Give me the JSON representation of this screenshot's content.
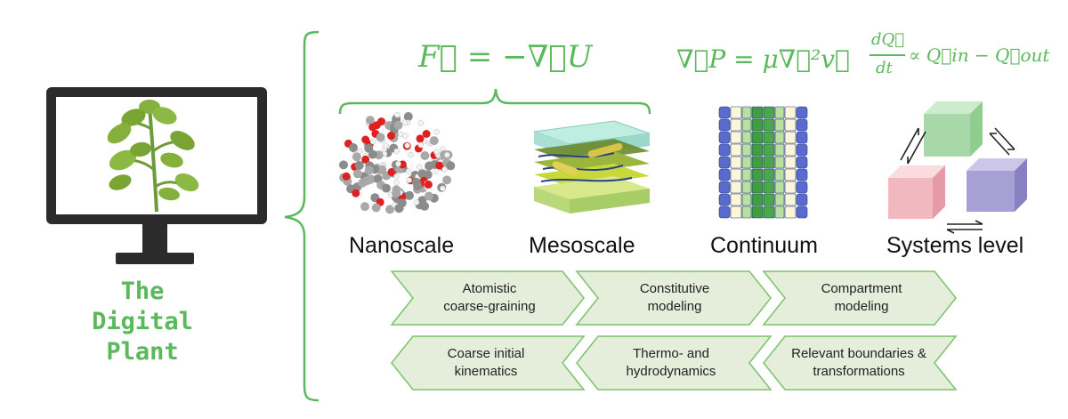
{
  "title": [
    "The",
    "Digital",
    "Plant"
  ],
  "equations": {
    "nanoscale": "F⃗ = −∇⃗U",
    "continuum": "∇⃗P = μ∇⃗²v⃗",
    "systems_lhs_num": "dQ⃗",
    "systems_lhs_den": "dt",
    "systems_rhs": "∝ Q⃗in − Q⃗out"
  },
  "scales": [
    "Nanoscale",
    "Mesoscale",
    "Continuum",
    "Systems level"
  ],
  "forward_steps": [
    [
      "Atomistic",
      "coarse-graining"
    ],
    [
      "Constitutive",
      "modeling"
    ],
    [
      "Compartment",
      "modeling"
    ]
  ],
  "backward_steps": [
    [
      "Coarse initial",
      "kinematics"
    ],
    [
      "Thermo- and",
      "hydrodynamics"
    ],
    [
      "Relevant boundaries &",
      "transformations"
    ]
  ],
  "colors": {
    "accent_green": "#5cb85c",
    "chevron_fill": "#e4eedb",
    "chevron_stroke": "#7cc26a",
    "cube_green": "#a8d8a8",
    "cube_pink": "#f2b8c0",
    "cube_purple": "#a7a0d4"
  }
}
